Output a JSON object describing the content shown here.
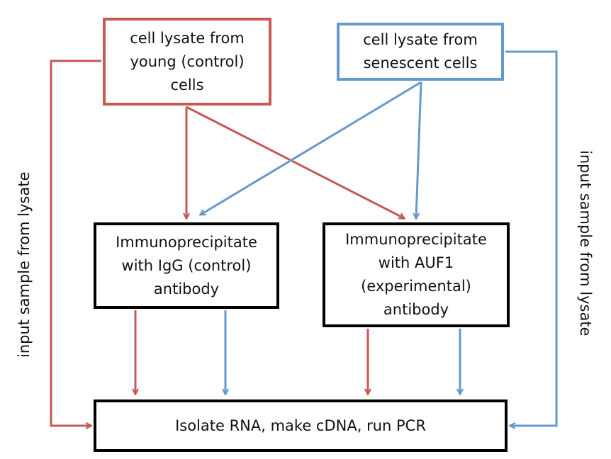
{
  "colors": {
    "young": "#c65a55",
    "senescent": "#6699cc",
    "box_border": "#000000"
  },
  "boxes": {
    "young": "cell lysate from\nyoung (control)\ncells",
    "senescent": "cell lysate from\nsenescent cells",
    "igg": "Immunoprecipitate\nwith IgG (control)\nantibody",
    "auf1": "Immunoprecipitate\nwith AUF1\n(experimental)\nantibody",
    "pcr": "Isolate RNA, make cDNA, run PCR"
  },
  "side_labels": {
    "left": "input sample from lysate",
    "right": "input sample from lysate"
  }
}
